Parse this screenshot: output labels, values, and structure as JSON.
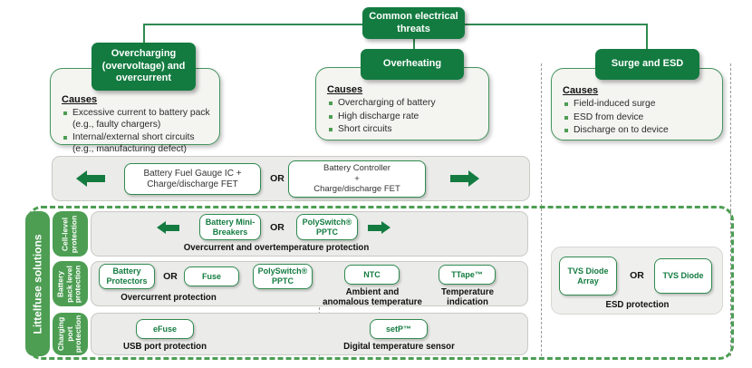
{
  "top": {
    "title": "Common electrical threats"
  },
  "threats": {
    "overcharging": {
      "title": "Overcharging\n(overvoltage) and\novercurrent",
      "causes_label": "Causes",
      "bullets": [
        "Excessive current to battery pack\n(e.g., faulty chargers)",
        "Internal/external short circuits\n(e.g., manufacturing defect)"
      ]
    },
    "overheating": {
      "title": "Overheating",
      "causes_label": "Causes",
      "bullets": [
        "Overcharging of battery",
        "High discharge rate",
        "Short circuits"
      ]
    },
    "surge": {
      "title": "Surge and ESD",
      "causes_label": "Causes",
      "bullets": [
        "Field-induced surge",
        "ESD from device",
        "Discharge on to device"
      ]
    }
  },
  "controller_band": {
    "box1": "Battery Fuel Gauge IC +\nCharge/discharge FET",
    "or": "OR",
    "box2": "Battery Controller\n+\nCharge/discharge FET"
  },
  "littelfuse": {
    "sidebar": "Littelfuse solutions",
    "cell_row": {
      "tab": "Cell-level\nprotection",
      "box1": "Battery Mini-\nBreakers",
      "or": "OR",
      "box2": "PolySwitch®\nPPTC",
      "caption": "Overcurrent and overtemperature protection"
    },
    "pack_row": {
      "tab": "Battery\npack level\nprotection",
      "box1": "Battery\nProtectors",
      "or": "OR",
      "box2": "Fuse",
      "box3": "PolySwitch®\nPPTC",
      "caption1": "Overcurrent protection",
      "box4": "NTC",
      "caption2": "Ambient and\nanomalous temperature",
      "box5": "TTape™",
      "caption3": "Temperature\nindication"
    },
    "port_row": {
      "tab": "Charging\nport\nprotection",
      "box1": "eFuse",
      "caption1": "USB port protection",
      "box2": "setP™",
      "caption2": "Digital temperature sensor"
    },
    "esd": {
      "box1": "TVS Diode\nArray",
      "or": "OR",
      "box2": "TVS Diode",
      "caption": "ESD protection"
    }
  },
  "colors": {
    "brand_green_dark": "#137b40",
    "brand_green_light": "#4d9e53",
    "band_gray": "#ebebe9"
  }
}
